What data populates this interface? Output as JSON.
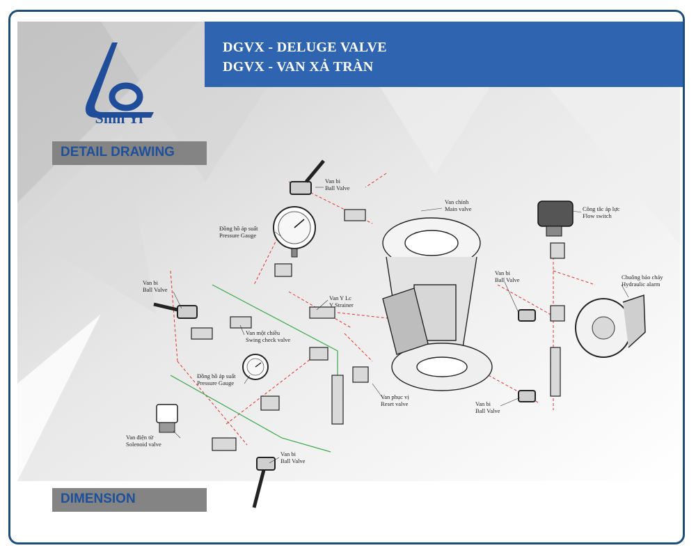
{
  "header": {
    "title_en": "DGVX - DELUGE VALVE",
    "title_vi": "DGVX - VAN XẢ TRÀN"
  },
  "brand": {
    "name": "Shin Yi",
    "color": "#1f4d9a"
  },
  "sections": {
    "detail_drawing": "DETAIL DRAWING",
    "dimension": "DIMENSION"
  },
  "labels": {
    "ball_valve_top": {
      "vi": "Van bi",
      "en": "Ball Valve"
    },
    "pressure_gauge_top": {
      "vi": "Đồng hồ áp suất",
      "en": "Pressure Gauge"
    },
    "main_valve": {
      "vi": "Van chính",
      "en": "Main valve"
    },
    "flow_switch": {
      "vi": "Công tắc áp lực",
      "en": "Flow switch"
    },
    "ball_valve_left": {
      "vi": "Van bi",
      "en": "Ball Valve"
    },
    "y_strainer": {
      "vi": "Van Y Lc",
      "en": "Y Strainer"
    },
    "swing_check": {
      "vi": "Van một chiều",
      "en": "Swing check valve"
    },
    "ball_valve_right": {
      "vi": "Van bi",
      "en": "Ball Valve"
    },
    "hydraulic_alarm": {
      "vi": "Chuông báo cháy",
      "en": "Hydraulic alarm"
    },
    "pressure_gauge_mid": {
      "vi": "Đồng hồ áp suất",
      "en": "Pressure Gauge"
    },
    "reset_valve": {
      "vi": "Van phục vị",
      "en": "Reset valve"
    },
    "ball_valve_lower_right": {
      "vi": "Van bi",
      "en": "Ball Valve"
    },
    "solenoid_valve": {
      "vi": "Van điện từ",
      "en": "Solenoid valve"
    },
    "ball_valve_bottom": {
      "vi": "Van bi",
      "en": "Ball Valve"
    }
  },
  "colors": {
    "title_bar": "#2f64b0",
    "frame": "#1f4d7a",
    "section_bg": "#848484",
    "section_text": "#1d4f9a",
    "pipe_red": "#e0312b",
    "pipe_green": "#3aa84a"
  }
}
